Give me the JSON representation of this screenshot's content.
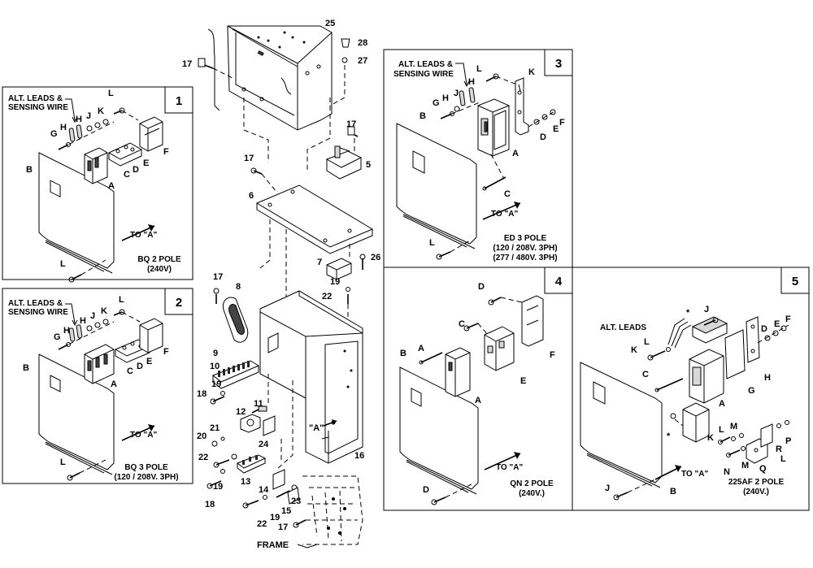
{
  "panels": {
    "p1": {
      "number": "1",
      "leads_label_line1": "ALT. LEADS &",
      "leads_label_line2": "SENSING WIRE",
      "to_a": "TO \"A\"",
      "caption_line1": "BQ 2 POLE",
      "caption_line2": "(240V)",
      "letters": [
        "G",
        "H",
        "H",
        "J",
        "K",
        "L",
        "F",
        "B",
        "C",
        "D",
        "E",
        "A",
        "L"
      ]
    },
    "p2": {
      "number": "2",
      "leads_label_line1": "ALT. LEADS &",
      "leads_label_line2": "SENSING WIRE",
      "to_a": "TO \"A\"",
      "caption_line1": "BQ 3 POLE",
      "caption_line2": "(120 / 208V. 3PH)",
      "letters": [
        "G",
        "H",
        "H",
        "J",
        "K",
        "L",
        "F",
        "B",
        "C",
        "D",
        "E",
        "A",
        "L"
      ]
    },
    "p3": {
      "number": "3",
      "leads_label_line1": "ALT. LEADS &",
      "leads_label_line2": "SENSING WIRE",
      "to_a": "TO \"A\"",
      "caption_line1": "ED 3 POLE",
      "caption_line2": "(120 / 208V. 3PH)",
      "caption_line3": "(277 / 480V. 3PH)",
      "letters": [
        "G",
        "H",
        "J",
        "H",
        "L",
        "K",
        "B",
        "E",
        "F",
        "D",
        "A",
        "C",
        "L"
      ]
    },
    "p4": {
      "number": "4",
      "to_a": "TO \"A\"",
      "caption_line1": "QN 2 POLE",
      "caption_line2": "(240V.)",
      "letters": [
        "D",
        "C",
        "A",
        "B",
        "F",
        "E",
        "A",
        "D"
      ]
    },
    "p5": {
      "number": "5",
      "leads_label": "ALT. LEADS",
      "to_a": "TO \"A\"",
      "caption_line1": "225AF 2 POLE",
      "caption_line2": "(240V.)",
      "asterisk": "*",
      "letters": [
        "J",
        "L",
        "K",
        "F",
        "E",
        "D",
        "C",
        "H",
        "G",
        "A",
        "K",
        "L",
        "M",
        "P",
        "R",
        "N",
        "M",
        "Q",
        "L",
        "J",
        "B"
      ]
    }
  },
  "center": {
    "part_numbers": [
      "25",
      "28",
      "27",
      "17",
      "17",
      "17",
      "5",
      "6",
      "26",
      "7",
      "19",
      "22",
      "17",
      "8",
      "9",
      "10",
      "19",
      "18",
      "11",
      "12",
      "20",
      "21",
      "22",
      "24",
      "13",
      "19",
      "18",
      "14",
      "15",
      "23",
      "22",
      "19",
      "17",
      "16"
    ],
    "a_label": "\"A\"",
    "frame_label": "FRAME"
  }
}
